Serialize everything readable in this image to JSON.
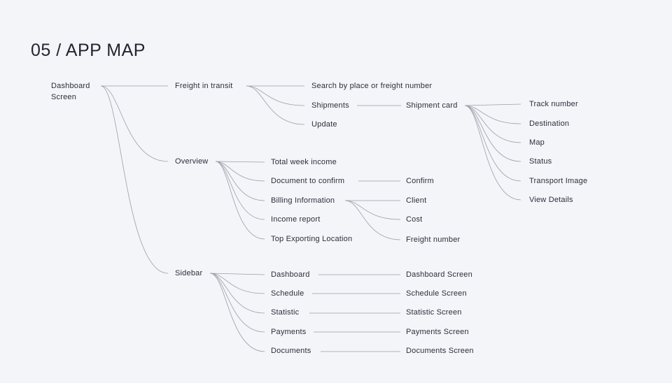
{
  "title": "05 / APP MAP",
  "nodes": {
    "dashboard": "Dashboard\nScreen",
    "freight_in_transit": "Freight in transit",
    "overview": "Overview",
    "sidebar": "Sidebar",
    "search": "Search  by place or freight number",
    "shipments": "Shipments",
    "update": "Update",
    "shipment_card": "Shipment card",
    "track_number": "Track number",
    "destination": "Destination",
    "map": "Map",
    "status": "Status",
    "transport_image": "Transport Image",
    "view_details": "View Details",
    "total_week_income": "Total week income",
    "document_to_confirm": "Document to confirm",
    "billing_information": "Billing Information",
    "income_report": "Income report",
    "top_exporting_location": "Top Exporting Location",
    "confirm": "Confirm",
    "client": "Client",
    "cost": "Cost",
    "freight_number": "Freight number",
    "sb_dashboard": "Dashboard",
    "sb_schedule": "Schedule",
    "sb_statistic": "Statistic",
    "sb_payments": "Payments",
    "sb_documents": "Documents",
    "dashboard_screen": "Dashboard Screen",
    "schedule_screen": "Schedule Screen",
    "statistic_screen": "Statistic Screen",
    "payments_screen": "Payments Screen",
    "documents_screen": "Documents Screen"
  }
}
